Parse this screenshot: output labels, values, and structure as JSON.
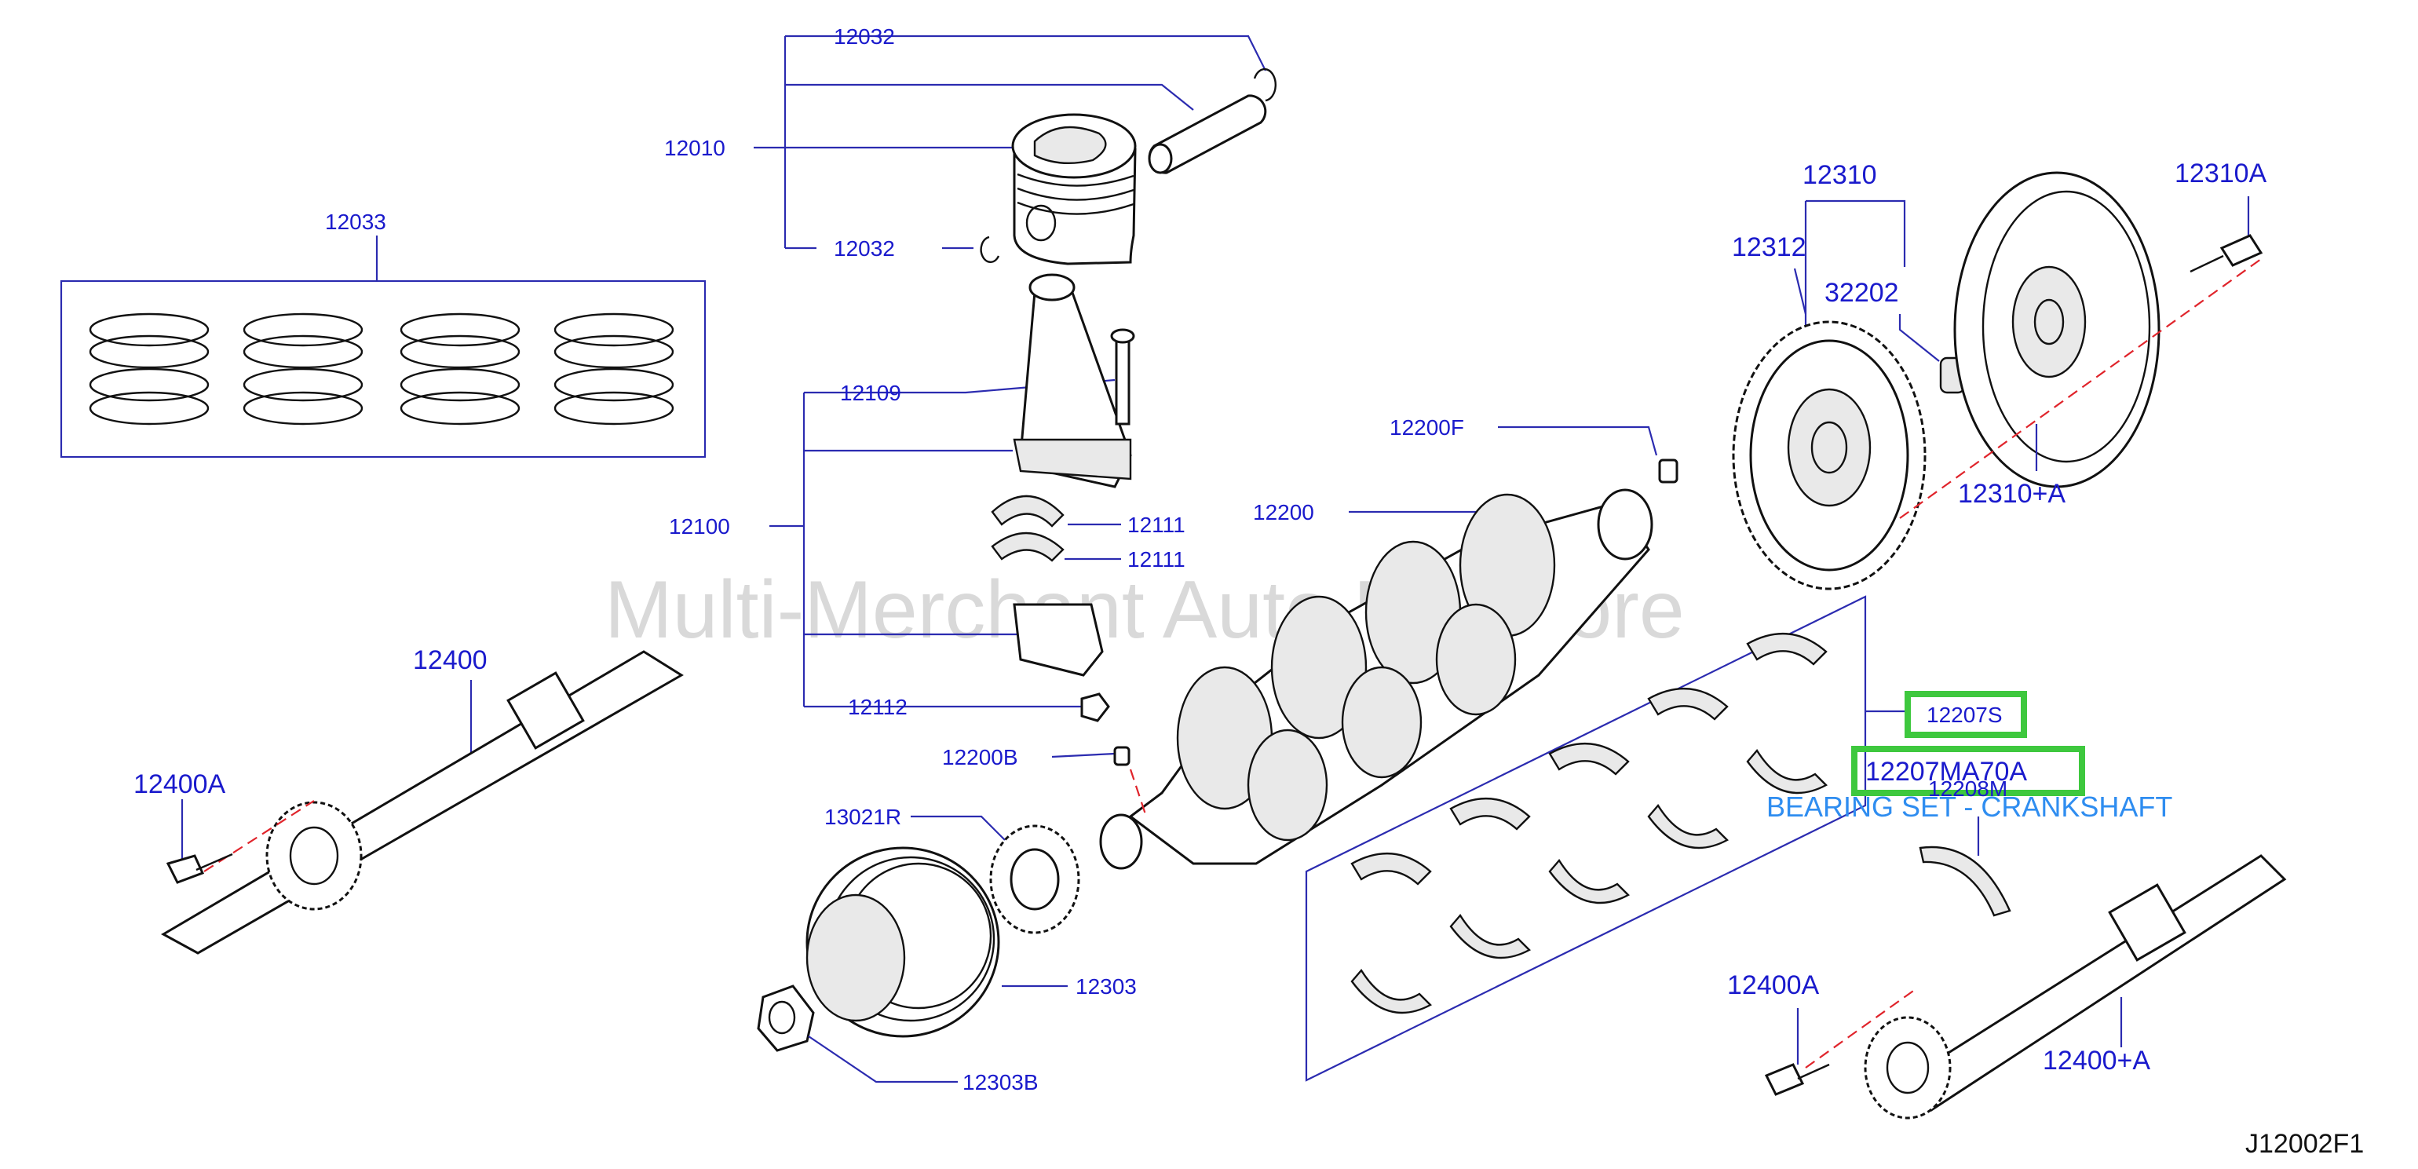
{
  "diagram": {
    "code": "J12002F1",
    "watermark": "Multi-Merchant Auto Partstore",
    "highlight": {
      "part_a": "12207S",
      "part_b": "12207MA70A",
      "description": "BEARING SET - CRANKSHAFT",
      "color": "#3ec83e"
    },
    "labels": {
      "p12032a": "12032",
      "p12010": "12010",
      "p12032b": "12032",
      "p12033": "12033",
      "p12109": "12109",
      "p12100": "12100",
      "p12111a": "12111",
      "p12111b": "12111",
      "p12112": "12112",
      "p12200F": "12200F",
      "p12200": "12200",
      "p12200B": "12200B",
      "p13021R": "13021R",
      "p12303": "12303",
      "p12303B": "12303B",
      "p12400": "12400",
      "p12400A_left": "12400A",
      "p12310": "12310",
      "p12310A": "12310A",
      "p12312": "12312",
      "p32202": "32202",
      "p12310plusA": "12310+A",
      "p12208M": "12208M",
      "p12400A_right": "12400A",
      "p12400plusA": "12400+A"
    }
  }
}
